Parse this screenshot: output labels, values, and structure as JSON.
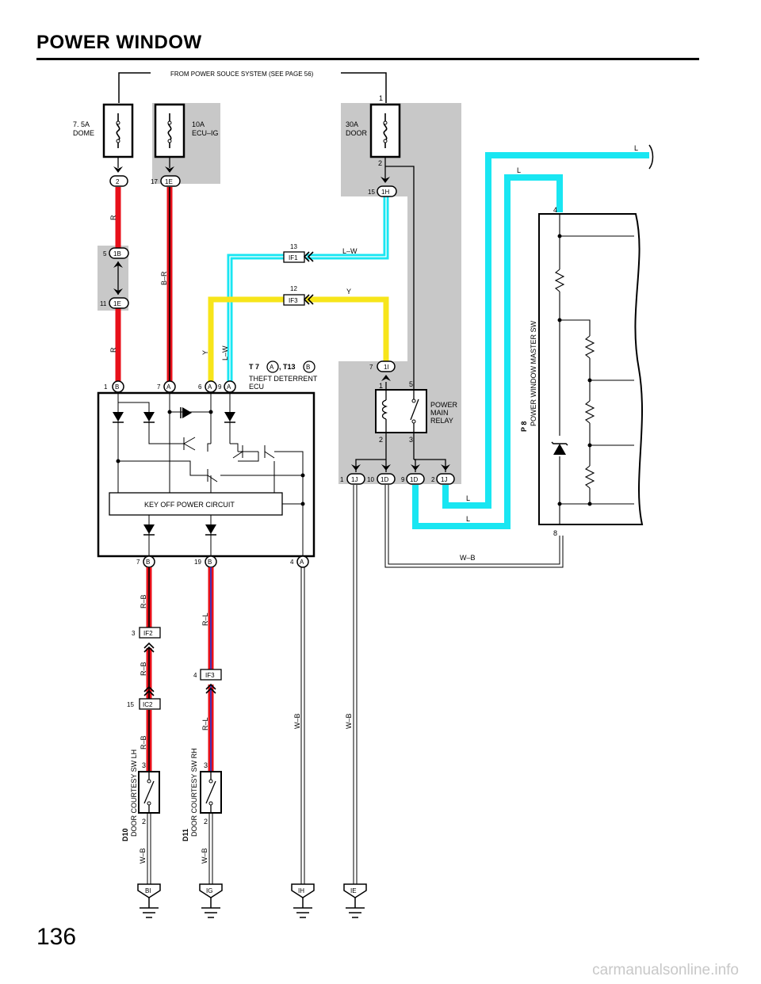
{
  "title": "POWER WINDOW",
  "page_number": "136",
  "watermark": "carmanualsonline.info",
  "source_note": "FROM POWER SOUCE SYSTEM (SEE PAGE 56)",
  "fuses": {
    "dome": {
      "rating": "7. 5A",
      "name": "DOME"
    },
    "ecu_ig": {
      "rating": "10A",
      "name": "ECU–IG"
    },
    "door": {
      "rating": "30A",
      "name": "DOOR"
    }
  },
  "connectors": {
    "c_2": "2",
    "c_1e": "1E",
    "c_1b": "1B",
    "c_1h": "1H",
    "c_1i": "1I",
    "c_1j": "1J",
    "c_1d": "1D",
    "c_b": "B",
    "c_a": "A",
    "if1": "IF1",
    "if2": "IF2",
    "if3": "IF3",
    "ic2": "IC2"
  },
  "pins": {
    "p1": "1",
    "p2": "2",
    "p3": "3",
    "p4": "4",
    "p5": "5",
    "p6": "6",
    "p7": "7",
    "p8": "8",
    "p9": "9",
    "p10": "10",
    "p11": "11",
    "p12": "12",
    "p13": "13",
    "p15": "15",
    "p17": "17",
    "p19": "19"
  },
  "wires": {
    "r": "R",
    "b_r": "B–R",
    "l_w": "L–W",
    "y": "Y",
    "l": "L",
    "w_b": "W–B",
    "r_b": "R–B",
    "r_l": "R–L"
  },
  "ecu": {
    "code_a": "T 7",
    "code_b": ", T13",
    "conn_a": "A",
    "conn_b": "B",
    "name_line1": "THEFT DETERRENT",
    "name_line2": "ECU",
    "key_off": "KEY OFF POWER CIRCUIT"
  },
  "relay": {
    "line1": "POWER",
    "line2": "MAIN",
    "line3": "RELAY"
  },
  "master_sw": {
    "code": "P 8",
    "name": "POWER WINDOW MASTER SW"
  },
  "courtesy_lh": {
    "code": "D10",
    "name": "DOOR COURTESY SW LH"
  },
  "courtesy_rh": {
    "code": "D11",
    "name": "DOOR COURTESY SW RH"
  },
  "grounds": {
    "bi": "BI",
    "ig": "IG",
    "ih": "IH",
    "ie": "IE"
  },
  "colors": {
    "red": "#e8101a",
    "cyan": "#19e6f2",
    "yellow": "#f7e51a",
    "gray": "#c8c8c8"
  }
}
